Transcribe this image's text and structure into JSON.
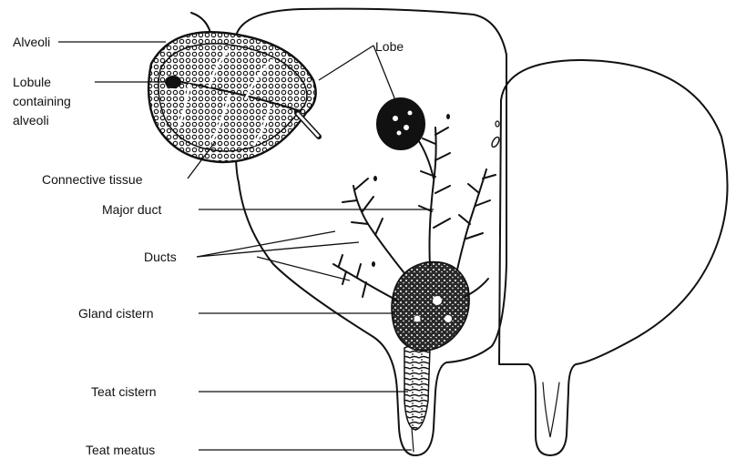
{
  "labels": {
    "alveoli": "Alveoli",
    "lobule_line1": "Lobule",
    "lobule_line2": "containing",
    "lobule_line3": "alveoli",
    "connective_tissue": "Connective tissue",
    "major_duct": "Major duct",
    "ducts": "Ducts",
    "gland_cistern": "Gland cistern",
    "teat_cistern": "Teat cistern",
    "teat_meatus": "Teat meatus",
    "lobe": "Lobe"
  }
}
